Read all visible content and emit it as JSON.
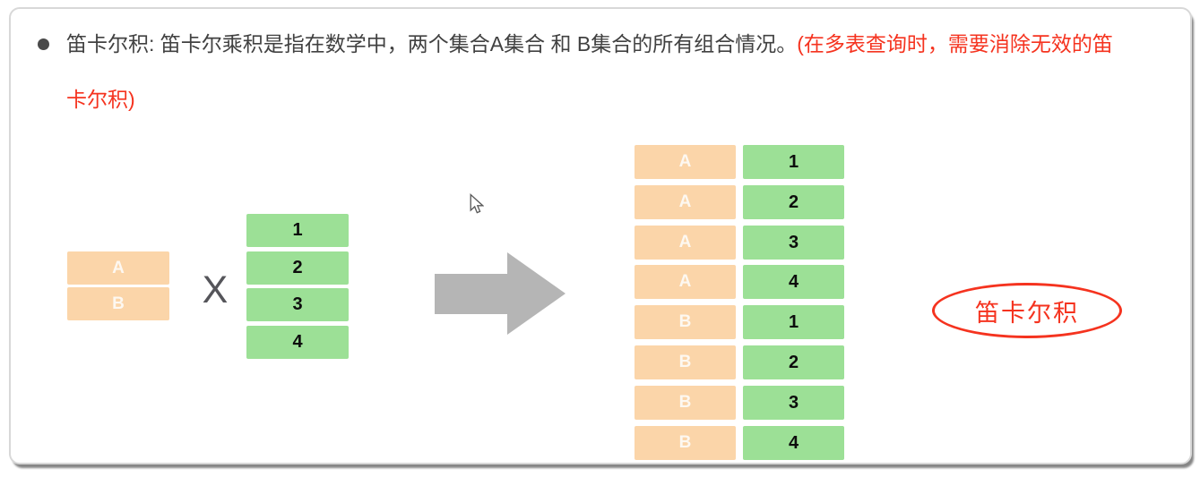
{
  "intro": {
    "black_text": "笛卡尔积: 笛卡尔乘积是指在数学中，两个集合A集合 和 B集合的所有组合情况。",
    "red_text_line1": "(在多表查询时，需要消除无效的笛",
    "red_text_line2": "卡尔积)"
  },
  "multiplication": {
    "left_set": [
      "A",
      "B"
    ],
    "operator": "X",
    "right_set": [
      "1",
      "2",
      "3",
      "4"
    ]
  },
  "result_rows": [
    {
      "left": "A",
      "right": "1"
    },
    {
      "left": "A",
      "right": "2"
    },
    {
      "left": "A",
      "right": "3"
    },
    {
      "left": "A",
      "right": "4"
    },
    {
      "left": "B",
      "right": "1"
    },
    {
      "left": "B",
      "right": "2"
    },
    {
      "left": "B",
      "right": "3"
    },
    {
      "left": "B",
      "right": "4"
    }
  ],
  "ellipse_label": "笛卡尔积",
  "colors": {
    "orange_cell": "#fbd5a9",
    "green_cell": "#9ce096",
    "red": "#f5331f",
    "dark_text": "#414141",
    "arrow_gray": "#b5b5b5"
  }
}
